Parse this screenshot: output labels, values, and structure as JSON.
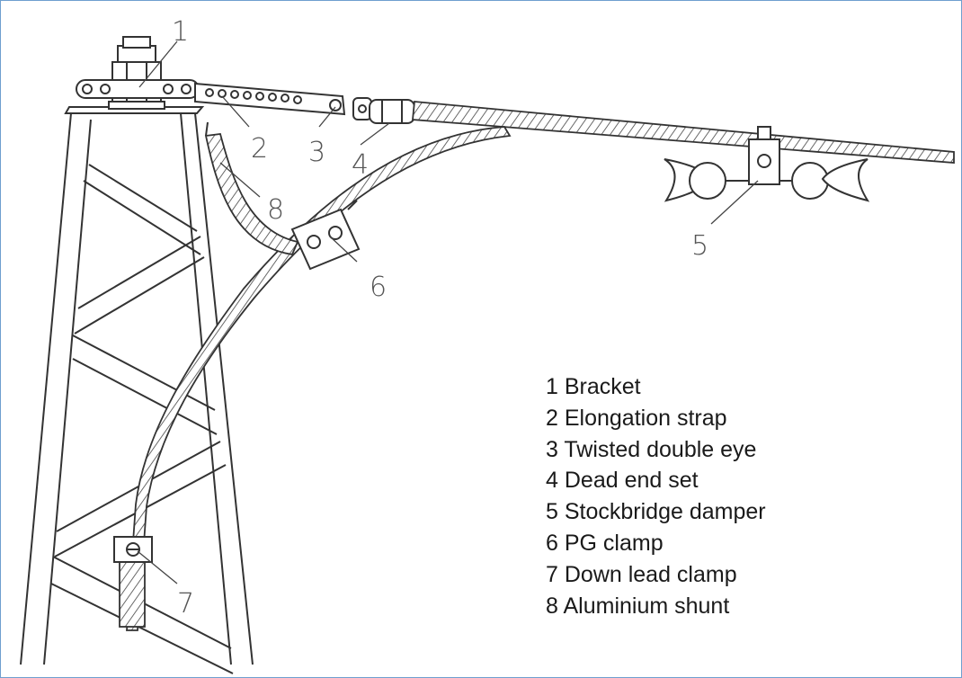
{
  "callouts": [
    "1",
    "2",
    "3",
    "4",
    "5",
    "6",
    "7",
    "8"
  ],
  "legend": [
    {
      "num": "1",
      "label": "Bracket"
    },
    {
      "num": "2",
      "label": "Elongation strap"
    },
    {
      "num": "3",
      "label": "Twisted double eye"
    },
    {
      "num": "4",
      "label": "Dead end set"
    },
    {
      "num": "5",
      "label": "Stockbridge damper"
    },
    {
      "num": "6",
      "label": "PG clamp"
    },
    {
      "num": "7",
      "label": "Down lead clamp"
    },
    {
      "num": "8",
      "label": "Aluminium shunt"
    }
  ],
  "colors": {
    "border": "#6f9fcf",
    "line": "#333333",
    "text": "#1a1a1a"
  }
}
